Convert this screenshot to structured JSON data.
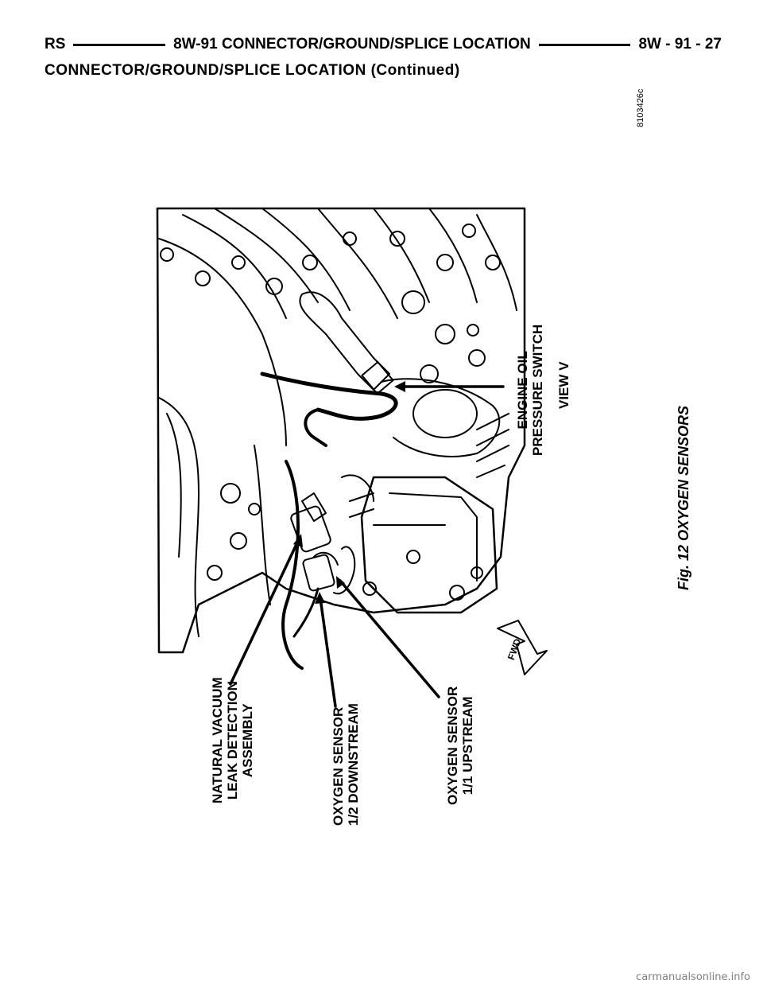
{
  "header": {
    "left": "RS",
    "center": "8W-91 CONNECTOR/GROUND/SPLICE LOCATION",
    "right": "8W - 91 - 27"
  },
  "subheader": "CONNECTOR/GROUND/SPLICE LOCATION (Continued)",
  "figure": {
    "id": "8103426c",
    "caption": "Fig. 12 OXYGEN SENSORS",
    "view_label": "VIEW V",
    "fwd_label": "FWD",
    "callouts": [
      {
        "line1": "ENGINE OIL",
        "line2": "PRESSURE SWITCH",
        "line3": ""
      },
      {
        "line1": "NATURAL VACUUM",
        "line2": "LEAK DETECTION",
        "line3": "ASSEMBLY"
      },
      {
        "line1": "OXYGEN SENSOR",
        "line2": "1/2 DOWNSTREAM",
        "line3": ""
      },
      {
        "line1": "OXYGEN SENSOR",
        "line2": "1/1 UPSTREAM",
        "line3": ""
      }
    ]
  },
  "footer": {
    "brand": "carmanualsonline.info"
  }
}
